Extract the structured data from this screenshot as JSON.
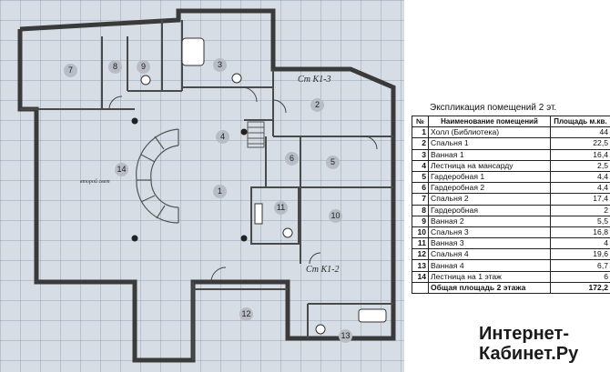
{
  "plan": {
    "room_markers": [
      "7",
      "8",
      "9",
      "3",
      "2",
      "4",
      "14",
      "6",
      "5",
      "1",
      "11",
      "10",
      "12",
      "13"
    ],
    "labels": {
      "stack_1": "Ст К1-3",
      "stack_2": "Ст К1-2",
      "second_light": "второй свет"
    }
  },
  "explication": {
    "title": "Экспликация помещений 2 эт.",
    "headers": [
      "№",
      "Наименование помещений",
      "Площадь м.кв."
    ],
    "rows": [
      {
        "num": "1",
        "name": "Холл (Библиотека)",
        "area": "44"
      },
      {
        "num": "2",
        "name": "Спальня 1",
        "area": "22,5"
      },
      {
        "num": "3",
        "name": "Ванная 1",
        "area": "16,4"
      },
      {
        "num": "4",
        "name": "Лестница на мансарду",
        "area": "2,5"
      },
      {
        "num": "5",
        "name": "Гардеробная 1",
        "area": "4,4"
      },
      {
        "num": "6",
        "name": "Гардеробная 2",
        "area": "4,4"
      },
      {
        "num": "7",
        "name": "Спальня 2",
        "area": "17,4"
      },
      {
        "num": "8",
        "name": "Гардеробная",
        "area": "2"
      },
      {
        "num": "9",
        "name": "Ванная 2",
        "area": "5,5"
      },
      {
        "num": "10",
        "name": "Спальня 3",
        "area": "16,8"
      },
      {
        "num": "11",
        "name": "Ванная 3",
        "area": "4"
      },
      {
        "num": "12",
        "name": "Спальня 4",
        "area": "19,6"
      },
      {
        "num": "13",
        "name": "Ванная 4",
        "area": "6,7"
      },
      {
        "num": "14",
        "name": "Лестница на 1 этаж",
        "area": "6"
      }
    ],
    "total": {
      "label": "Общая площадь 2 этажа",
      "area": "172,2"
    }
  },
  "watermark": {
    "line1": "Интернет-",
    "line2": "Кабинет.Ру"
  }
}
